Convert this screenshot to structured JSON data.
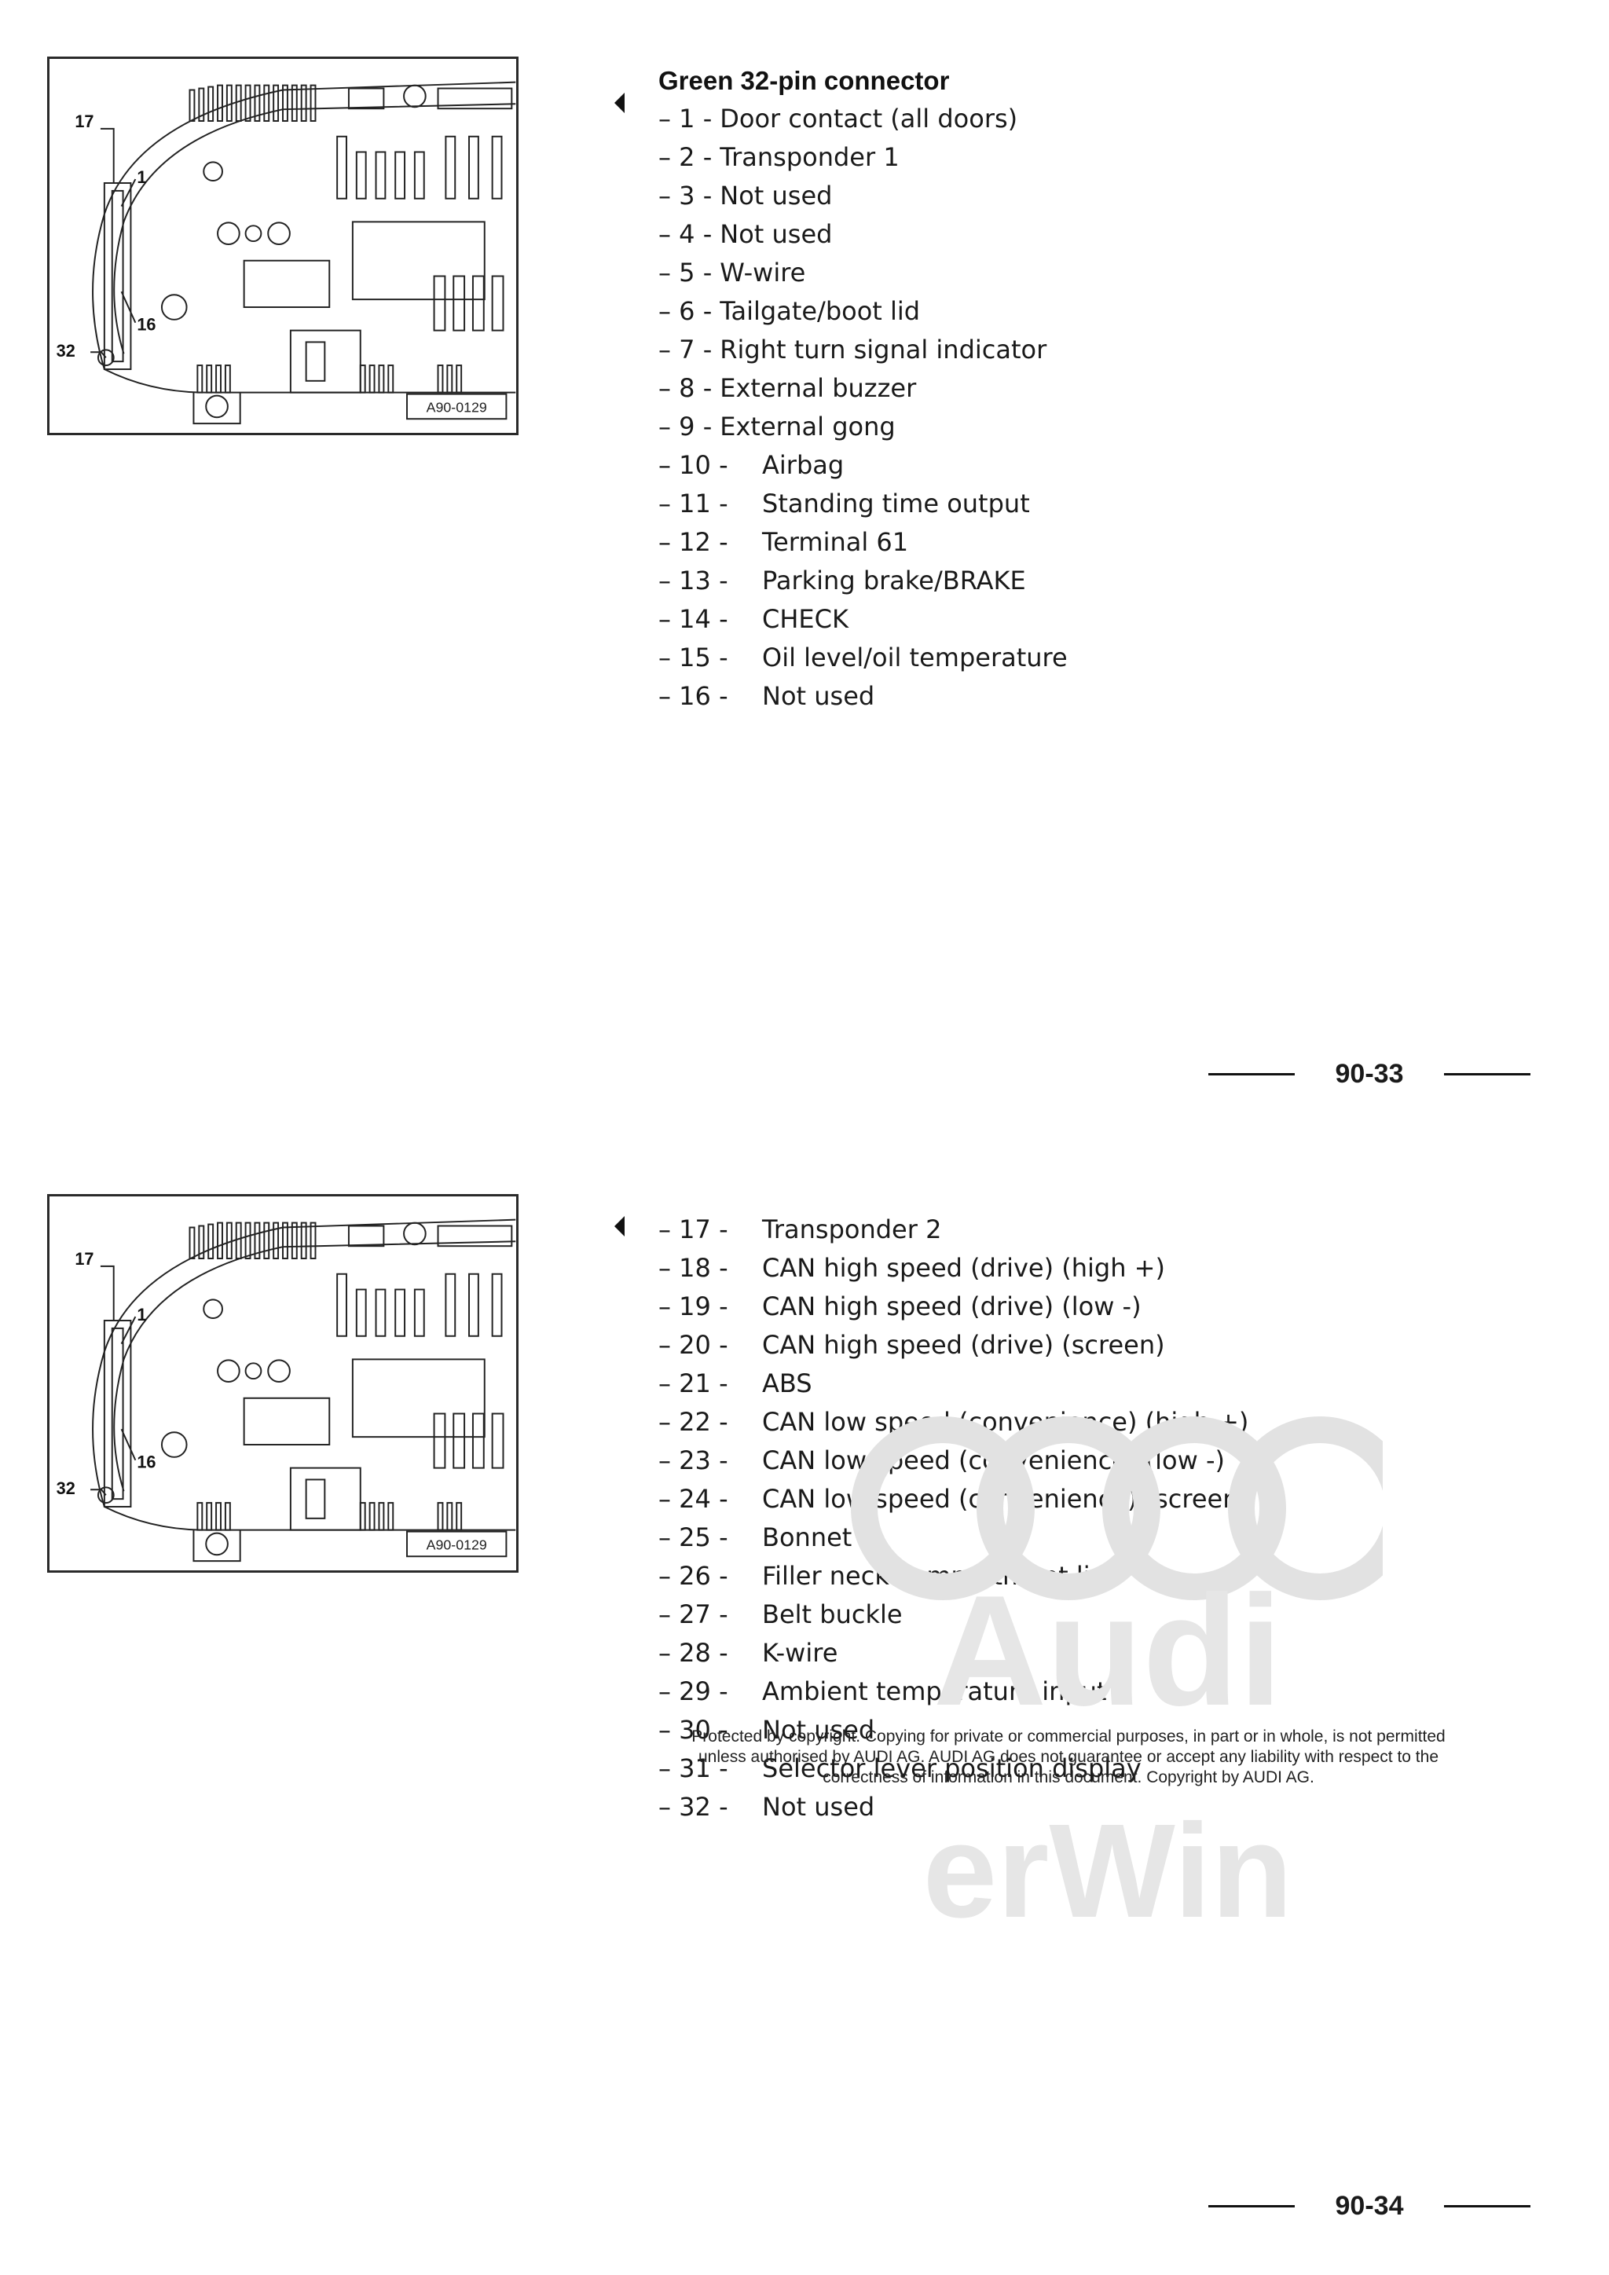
{
  "diagram": {
    "callouts": [
      "17",
      "1",
      "16",
      "32"
    ],
    "ref": "A90-0129"
  },
  "section1": {
    "heading": "Green 32-pin connector",
    "pins": [
      {
        "num": "– 1 -",
        "text": "Door contact (all doors)"
      },
      {
        "num": "– 2 -",
        "text": "Transponder 1"
      },
      {
        "num": "– 3 -",
        "text": "Not used"
      },
      {
        "num": "– 4 -",
        "text": "Not used"
      },
      {
        "num": "– 5 -",
        "text": "W-wire"
      },
      {
        "num": "– 6 -",
        "text": "Tailgate/boot lid"
      },
      {
        "num": "– 7 -",
        "text": "Right turn signal indicator"
      },
      {
        "num": "– 8 -",
        "text": "External buzzer"
      },
      {
        "num": "– 9 -",
        "text": "External gong"
      },
      {
        "num": "– 10 -",
        "text": "Airbag"
      },
      {
        "num": "– 11 -",
        "text": "Standing time output"
      },
      {
        "num": "– 12 -",
        "text": "Terminal 61"
      },
      {
        "num": "– 13 -",
        "text": "Parking brake/BRAKE"
      },
      {
        "num": "– 14 -",
        "text": "CHECK"
      },
      {
        "num": "– 15 -",
        "text": "Oil level/oil temperature"
      },
      {
        "num": "– 16 -",
        "text": "Not used"
      }
    ],
    "page_number": "90-33"
  },
  "section2": {
    "pins": [
      {
        "num": "– 17 -",
        "text": "Transponder 2"
      },
      {
        "num": "– 18 -",
        "text": "CAN high speed (drive) (high +)"
      },
      {
        "num": "– 19 -",
        "text": "CAN high speed (drive) (low -)"
      },
      {
        "num": "– 20 -",
        "text": "CAN high speed (drive) (screen)"
      },
      {
        "num": "– 21 -",
        "text": "ABS"
      },
      {
        "num": "– 22 -",
        "text": "CAN low speed (convenience) (high +)"
      },
      {
        "num": "– 23 -",
        "text": "CAN low speed (convenience) (low -)"
      },
      {
        "num": "– 24 -",
        "text": "CAN low speed (convenience) (screen)"
      },
      {
        "num": "– 25 -",
        "text": "Bonnet"
      },
      {
        "num": "– 26 -",
        "text": "Filler neck compartment lid"
      },
      {
        "num": "– 27 -",
        "text": "Belt buckle"
      },
      {
        "num": "– 28 -",
        "text": "K-wire"
      },
      {
        "num": "– 29 -",
        "text": "Ambient temperature input"
      },
      {
        "num": "– 30 -",
        "text": "Not used"
      },
      {
        "num": "– 31 -",
        "text": "Selector lever position display"
      },
      {
        "num": "– 32 -",
        "text": "Not used"
      }
    ],
    "page_number": "90-34"
  },
  "copyright_notice": "Protected by copyright. Copying for private or commercial purposes, in part or in whole, is not permitted unless authorised by AUDI AG. AUDI AG does not guarantee or accept any liability with respect to the correctness of information in this document. Copyright by AUDI AG.",
  "watermark": {
    "brand": "Audi",
    "system": "erWin"
  }
}
